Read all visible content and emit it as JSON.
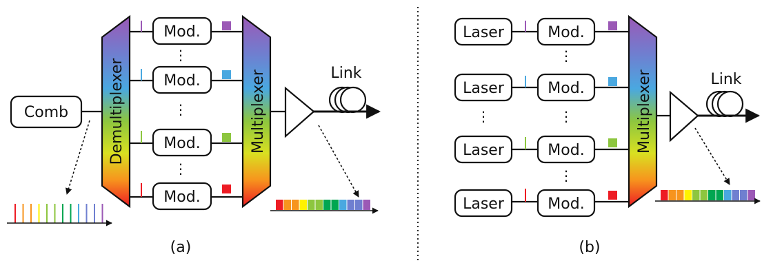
{
  "colors": {
    "violet": "#9b59b6",
    "blue": "#4aa8e0",
    "green": "#8dc63f",
    "red": "#ed1c24",
    "rainbow": [
      "#ed1c24",
      "#f7941d",
      "#fff200",
      "#8dc63f",
      "#00a651",
      "#4aa8e0",
      "#6f7fd0",
      "#9b59b6"
    ]
  },
  "panel_a": {
    "comb_label": "Comb",
    "demux_label": "Demultiplexer",
    "mux_label": "Multiplexer",
    "mod_label": "Mod.",
    "dots": "⋮",
    "link_label": "Link",
    "caption": "(a)"
  },
  "panel_b": {
    "laser_label": "Laser",
    "mod_label": "Mod.",
    "mux_label": "Multiplexer",
    "dots": "⋮",
    "link_label": "Link",
    "caption": "(b)"
  }
}
